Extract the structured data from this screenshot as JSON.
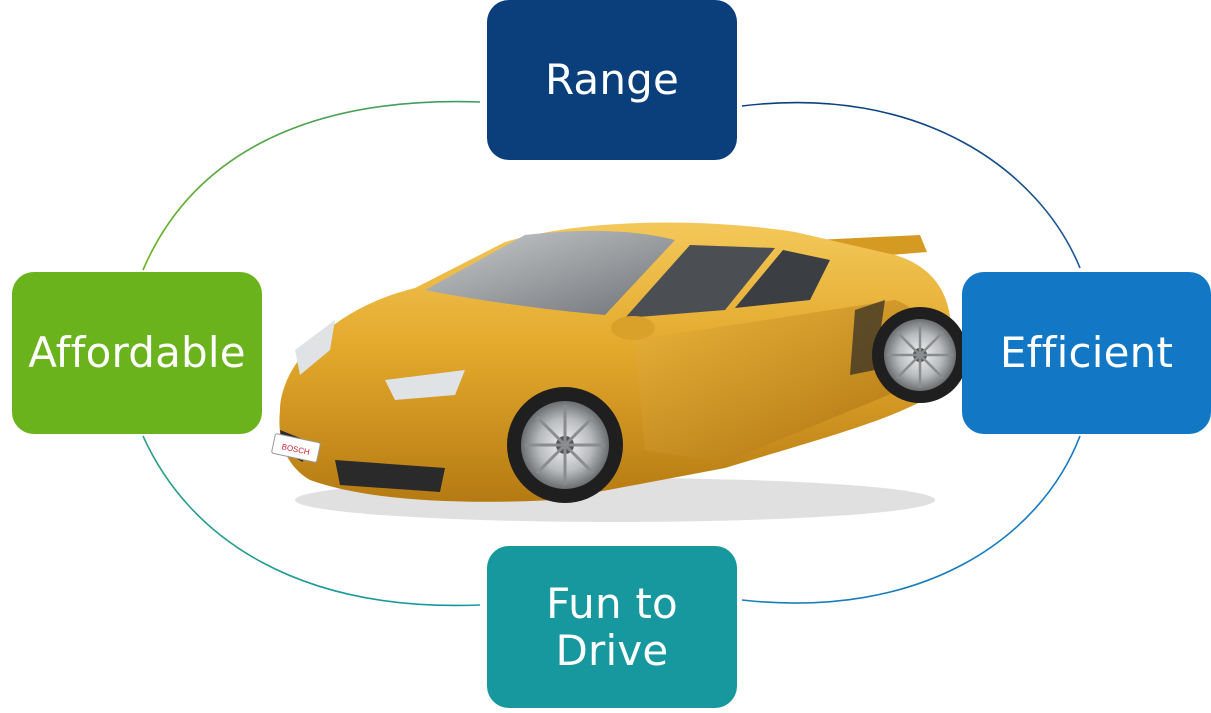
{
  "diagram": {
    "nodes": [
      {
        "id": "range",
        "label": "Range",
        "color": "#0b3f7c"
      },
      {
        "id": "affordable",
        "label": "Affordable",
        "color": "#6ab31c"
      },
      {
        "id": "efficient",
        "label": "Efficient",
        "color": "#1278c6"
      },
      {
        "id": "fun",
        "label": "Fun to Drive",
        "color": "#17989e"
      }
    ],
    "center_image": "yellow-sports-car",
    "car_badge": "BOSCH",
    "connector_colors": {
      "range_to_efficient": "#0b3f7c",
      "affordable_to_range": "#6ab31c",
      "affordable_to_fun": "#17989e",
      "fun_to_efficient": "#1278c6"
    }
  }
}
